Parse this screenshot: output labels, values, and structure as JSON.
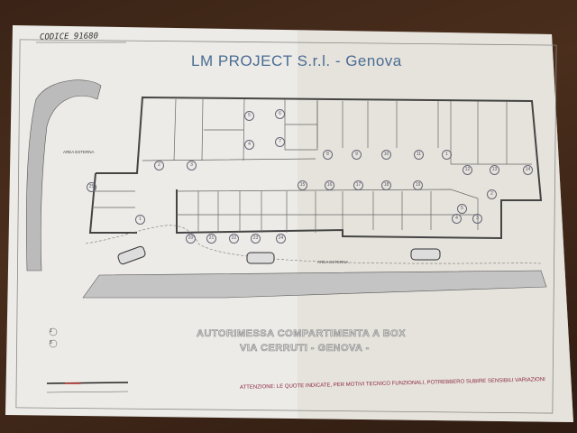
{
  "document": {
    "handwritten_code": "CODICE 91680",
    "title": "LM PROJECT S.r.l. - Genova",
    "subtitle_line1": "AUTORIMESSA COMPARTIMENTA A BOX",
    "subtitle_line2": "VIA CERRUTI - GENOVA -",
    "warning": "ATTENZIONE: LE QUOTE INDICATE, PER MOTIVI TECNICO FUNZIONALI, POTREBBERO SUBIRE SENSIBILI VARIAZIONI",
    "area_labels": [
      "AREA ESTERNA",
      "AREA ESTERNA"
    ],
    "legend_numbers": [
      "1",
      "5"
    ]
  },
  "plan": {
    "top_row_boxes": [
      "2",
      "3",
      "5",
      "4",
      "6",
      "7",
      "8",
      "9",
      "10",
      "11",
      "1",
      "12",
      "13",
      "14"
    ],
    "bottom_row_boxes": [
      "20",
      "21",
      "22",
      "23",
      "24",
      "15",
      "16",
      "17",
      "18",
      "19",
      "2",
      "3",
      "4",
      "5",
      "1",
      "25"
    ]
  },
  "colors": {
    "title": "#4a6c93",
    "warning": "#8a2540",
    "wood": "#3a2417",
    "paper": "#efefec"
  }
}
